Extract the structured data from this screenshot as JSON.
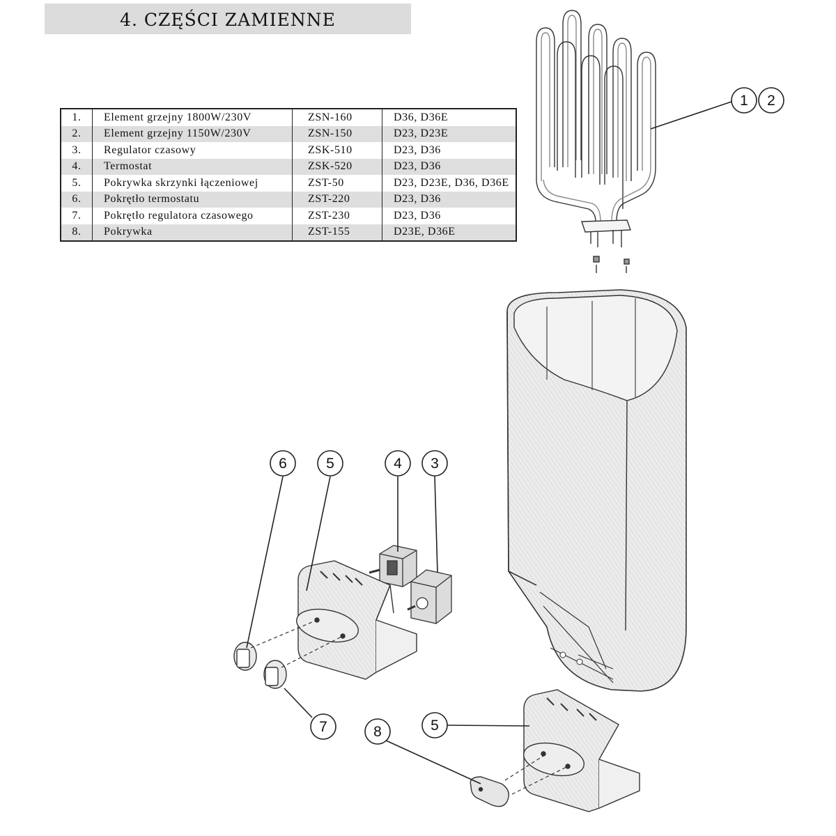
{
  "header": {
    "title": "4. CZĘŚCI ZAMIENNE"
  },
  "parts": [
    {
      "no": "1.",
      "name": "Element grzejny 1800W/230V",
      "code": "ZSN-160",
      "models": "D36, D36E"
    },
    {
      "no": "2.",
      "name": "Element grzejny 1150W/230V",
      "code": "ZSN-150",
      "models": "D23, D23E"
    },
    {
      "no": "3.",
      "name": "Regulator czasowy",
      "code": "ZSK-510",
      "models": "D23, D36"
    },
    {
      "no": "4.",
      "name": "Termostat",
      "code": "ZSK-520",
      "models": "D23, D36"
    },
    {
      "no": "5.",
      "name": "Pokrywka skrzynki łączeniowej",
      "code": "ZST-50",
      "models": "D23, D23E, D36, D36E"
    },
    {
      "no": "6.",
      "name": "Pokrętło termostatu",
      "code": "ZST-220",
      "models": "D23, D36"
    },
    {
      "no": "7.",
      "name": "Pokrętło regulatora czasowego",
      "code": "ZST-230",
      "models": "D23, D36"
    },
    {
      "no": "8.",
      "name": "Pokrywka",
      "code": "ZST-155",
      "models": "D23E, D36E"
    }
  ],
  "callouts": {
    "c1": "1",
    "c2": "2",
    "c3": "3",
    "c4": "4",
    "c5a": "5",
    "c5b": "5",
    "c6": "6",
    "c7": "7",
    "c8": "8"
  }
}
